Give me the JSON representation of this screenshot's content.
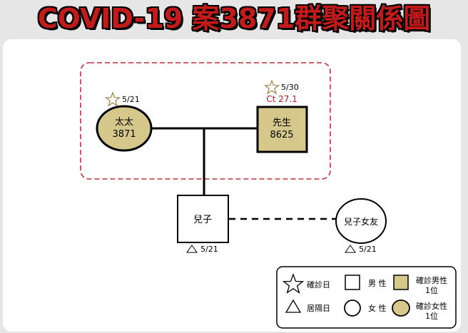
{
  "title": "COVID-19 案3871群聚關係圖",
  "nodes": {
    "wife": {
      "name": "太太",
      "case": "3871",
      "confirm_date": "5/21"
    },
    "husband": {
      "name": "先生",
      "case": "8625",
      "confirm_date": "5/30",
      "ct": "Ct 27.1"
    },
    "son": {
      "name": "兒子",
      "isolation_date": "5/21"
    },
    "girlfriend": {
      "name": "兒子女友",
      "isolation_date": "5/21"
    }
  },
  "legend": {
    "confirm_day": "確診日",
    "isolation_day": "居隔日",
    "male": "男 性",
    "female": "女 性",
    "confirmed_male": "確診男性",
    "confirmed_male_count": "1位",
    "confirmed_female": "確診女性",
    "confirmed_female_count": "1位"
  },
  "colors": {
    "title_red": "#c31a1a",
    "confirmed_fill": "#d6c88a",
    "dashed_red": "#c0303a",
    "star_gold": "#9a8444",
    "ct_red": "#b0182a"
  }
}
